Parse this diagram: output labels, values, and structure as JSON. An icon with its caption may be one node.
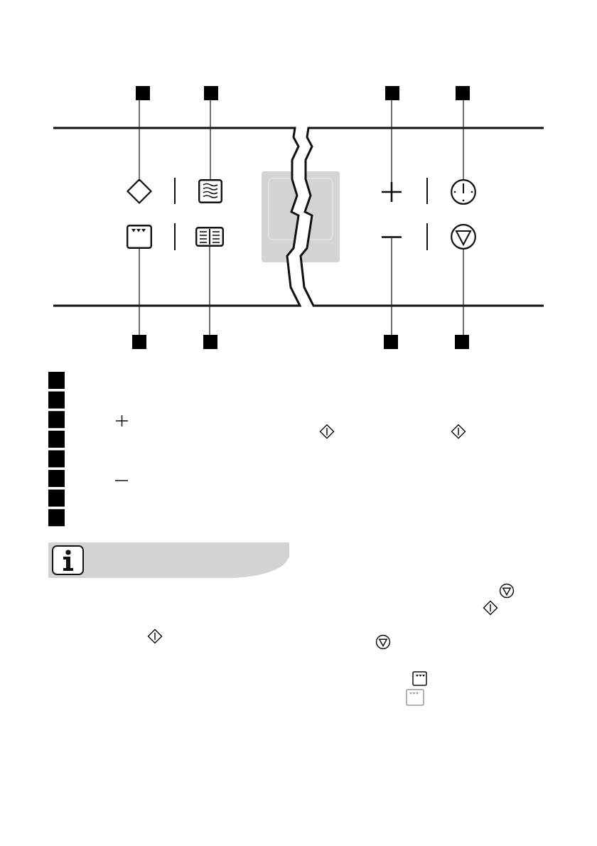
{
  "diagram": {
    "nodes": [
      {
        "text": [],
        "shape": "box"
      },
      {
        "text": [],
        "shape": "box"
      },
      {
        "text": [],
        "shape": "box"
      },
      {
        "text": [],
        "shape": "box"
      },
      {
        "text": [],
        "shape": "diamond"
      },
      {
        "text": [],
        "shape": "box"
      },
      {
        "text": [],
        "shape": "cross"
      },
      {
        "text": [],
        "shape": "circle"
      },
      {
        "text": [],
        "shape": "box"
      },
      {
        "text": [],
        "shape": "box"
      },
      {
        "text": [],
        "shape": "bar"
      },
      {
        "text": [],
        "shape": "circle"
      },
      {
        "text": [],
        "shape": "box"
      },
      {
        "text": [],
        "shape": "box"
      },
      {
        "text": [],
        "shape": "box"
      },
      {
        "text": [],
        "shape": "box"
      }
    ],
    "edges": [
      {
        "from": 0,
        "to": 4,
        "arrow": "none"
      },
      {
        "from": 1,
        "to": 5,
        "arrow": "none"
      },
      {
        "from": 2,
        "to": 6,
        "arrow": "none"
      },
      {
        "from": 3,
        "to": 7,
        "arrow": "none"
      },
      {
        "from": 12,
        "to": 8,
        "arrow": "none"
      },
      {
        "from": 13,
        "to": 9,
        "arrow": "none"
      },
      {
        "from": 14,
        "to": 10,
        "arrow": "none"
      },
      {
        "from": 15,
        "to": 11,
        "arrow": "none"
      }
    ]
  }
}
